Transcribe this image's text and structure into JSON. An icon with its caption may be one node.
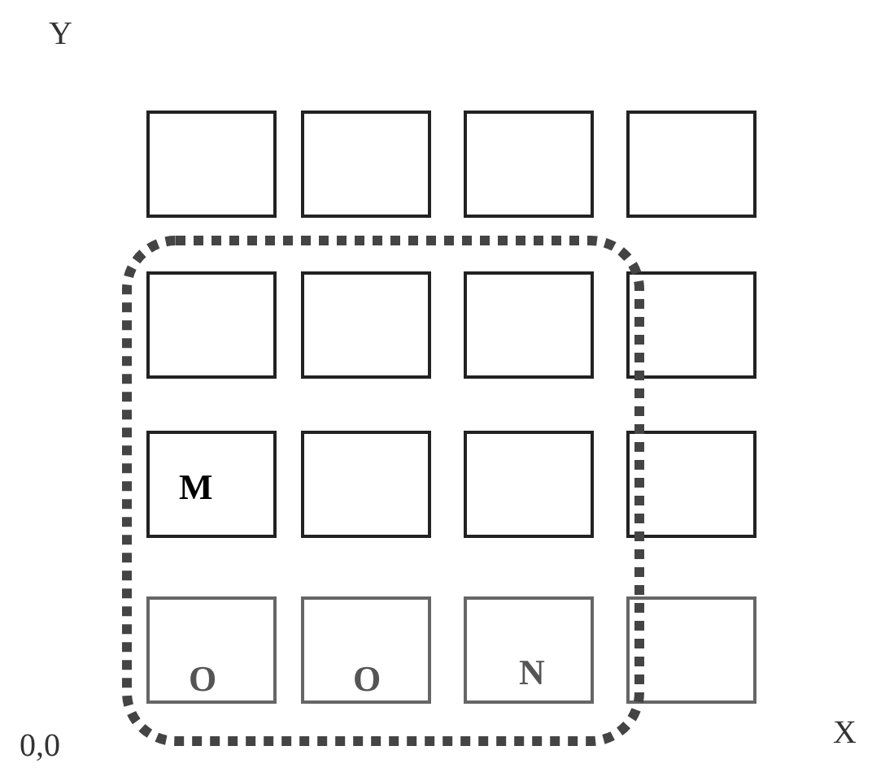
{
  "diagram": {
    "nodes": [
      {
        "text": [],
        "shape": "box"
      },
      {
        "text": [],
        "shape": "box"
      },
      {
        "text": [],
        "shape": "box"
      },
      {
        "text": [],
        "shape": "box"
      },
      {
        "text": [],
        "shape": "box"
      },
      {
        "text": [],
        "shape": "box"
      },
      {
        "text": [],
        "shape": "box"
      },
      {
        "text": [],
        "shape": "box"
      },
      {
        "text": [
          "M"
        ]
      },
      {
        "text": [],
        "shape": "box"
      },
      {
        "text": [],
        "shape": "box"
      },
      {
        "text": [],
        "shape": "box"
      },
      {
        "text": [
          "O"
        ]
      },
      {
        "text": [
          "O"
        ]
      },
      {
        "text": [
          "N"
        ]
      },
      {
        "text": [],
        "shape": "box"
      }
    ],
    "labels": [
      "Y",
      "0,0",
      "X"
    ]
  }
}
